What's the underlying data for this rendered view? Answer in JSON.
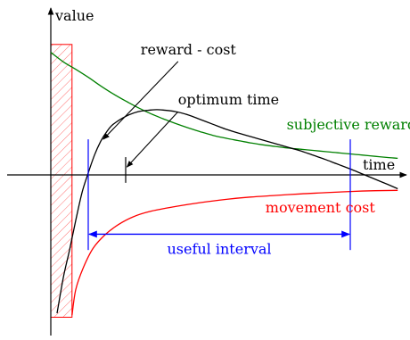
{
  "chart_data": {
    "type": "line",
    "axes": {
      "x_label": "time",
      "y_label": "value"
    },
    "colors": {
      "reward": "#008000",
      "cost": "#ff0000",
      "net": "#000000",
      "interval": "#0000ff",
      "axis": "#000000",
      "hatch": "#ff0000"
    },
    "series": [
      {
        "name": "subjective reward",
        "color_key": "reward",
        "points": [
          [
            0.0,
            3.1
          ],
          [
            0.5,
            2.86
          ],
          [
            1.0,
            2.67
          ],
          [
            1.5,
            2.47
          ],
          [
            2.0,
            2.25
          ],
          [
            2.5,
            2.05
          ],
          [
            3.0,
            1.87
          ],
          [
            3.5,
            1.7
          ],
          [
            4.0,
            1.55
          ],
          [
            4.5,
            1.42
          ],
          [
            5.0,
            1.3
          ],
          [
            5.5,
            1.19
          ],
          [
            6.0,
            1.09
          ],
          [
            6.5,
            1.0
          ],
          [
            7.0,
            0.93
          ],
          [
            7.5,
            0.87
          ],
          [
            8.0,
            0.81
          ],
          [
            8.5,
            0.76
          ],
          [
            9.0,
            0.72
          ],
          [
            9.5,
            0.68
          ],
          [
            10.0,
            0.65
          ],
          [
            10.5,
            0.62
          ],
          [
            11.0,
            0.59
          ],
          [
            11.5,
            0.56
          ],
          [
            12.0,
            0.53
          ],
          [
            12.5,
            0.5
          ],
          [
            13.0,
            0.47
          ],
          [
            13.5,
            0.44
          ],
          [
            13.9,
            0.42
          ]
        ]
      },
      {
        "name": "movement cost",
        "color_key": "cost",
        "points": [
          [
            0.85,
            -3.55
          ],
          [
            1.0,
            -2.9
          ],
          [
            1.3,
            -2.35
          ],
          [
            1.7,
            -1.85
          ],
          [
            2.2,
            -1.5
          ],
          [
            2.7,
            -1.26
          ],
          [
            3.3,
            -1.06
          ],
          [
            4.0,
            -0.92
          ],
          [
            5.0,
            -0.8
          ],
          [
            6.0,
            -0.7
          ],
          [
            7.0,
            -0.62
          ],
          [
            8.0,
            -0.56
          ],
          [
            9.0,
            -0.52
          ],
          [
            10.0,
            -0.48
          ],
          [
            11.0,
            -0.45
          ],
          [
            12.0,
            -0.42
          ],
          [
            13.0,
            -0.4
          ],
          [
            13.9,
            -0.39
          ]
        ]
      },
      {
        "name": "reward - cost",
        "color_key": "net",
        "points": [
          [
            0.25,
            -3.5
          ],
          [
            0.5,
            -2.6
          ],
          [
            0.75,
            -1.9
          ],
          [
            1.0,
            -1.15
          ],
          [
            1.25,
            -0.45
          ],
          [
            1.5,
            0.05
          ],
          [
            1.75,
            0.5
          ],
          [
            2.0,
            0.85
          ],
          [
            2.25,
            1.1
          ],
          [
            2.5,
            1.28
          ],
          [
            3.0,
            1.48
          ],
          [
            3.5,
            1.6
          ],
          [
            4.0,
            1.64
          ],
          [
            4.25,
            1.65
          ],
          [
            4.5,
            1.64
          ],
          [
            5.0,
            1.6
          ],
          [
            5.5,
            1.52
          ],
          [
            6.0,
            1.4
          ],
          [
            6.5,
            1.28
          ],
          [
            7.0,
            1.16
          ],
          [
            7.5,
            1.06
          ],
          [
            8.0,
            0.97
          ],
          [
            8.5,
            0.88
          ],
          [
            9.0,
            0.79
          ],
          [
            9.5,
            0.7
          ],
          [
            10.0,
            0.61
          ],
          [
            10.5,
            0.5
          ],
          [
            11.0,
            0.39
          ],
          [
            11.5,
            0.27
          ],
          [
            12.0,
            0.15
          ],
          [
            12.5,
            0.02
          ],
          [
            13.0,
            -0.11
          ],
          [
            13.5,
            -0.24
          ],
          [
            13.9,
            -0.35
          ]
        ]
      }
    ],
    "hatched_bar": {
      "x_start": 0.0,
      "x_end": 0.85,
      "y_bottom": -3.6,
      "y_top": 3.3
    },
    "useful_interval": {
      "label": "useful interval",
      "x_start": 1.5,
      "x_end": 12.0,
      "y": -1.5,
      "bracket_top": 0.9,
      "bracket_bottom": -1.9
    },
    "optimum_time": {
      "label": "optimum time",
      "x": 3.0,
      "tick_top": 0.45,
      "tick_bottom": -0.2
    },
    "labels": [
      {
        "text": "reward - cost",
        "color_key": "net",
        "x": 3.6,
        "y": 3.05,
        "pointer": [
          2.1,
          0.9
        ]
      },
      {
        "text": "optimum time",
        "color_key": "net",
        "x": 5.1,
        "y": 1.78,
        "pointer": [
          3.05,
          0.2
        ]
      },
      {
        "text": "subjective reward",
        "color_key": "reward",
        "x": 9.45,
        "y": 1.15
      },
      {
        "text": "movement cost",
        "color_key": "cost",
        "x": 8.6,
        "y": -0.95
      }
    ]
  }
}
